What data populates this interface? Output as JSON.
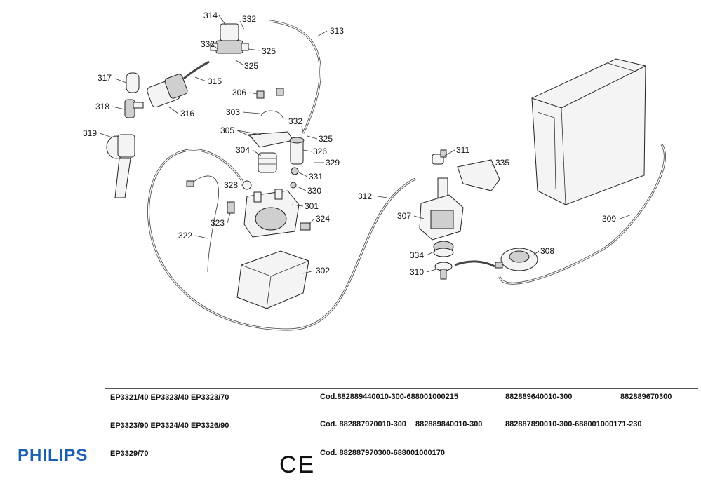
{
  "callouts": [
    {
      "id": "314",
      "text": "314"
    },
    {
      "id": "332a",
      "text": "332"
    },
    {
      "id": "313",
      "text": "313"
    },
    {
      "id": "332b",
      "text": "332"
    },
    {
      "id": "325a",
      "text": "325"
    },
    {
      "id": "325b",
      "text": "325"
    },
    {
      "id": "317",
      "text": "317"
    },
    {
      "id": "315",
      "text": "315"
    },
    {
      "id": "306",
      "text": "306"
    },
    {
      "id": "318",
      "text": "318"
    },
    {
      "id": "316",
      "text": "316"
    },
    {
      "id": "303",
      "text": "303"
    },
    {
      "id": "319",
      "text": "319"
    },
    {
      "id": "305",
      "text": "305"
    },
    {
      "id": "332c",
      "text": "332"
    },
    {
      "id": "325c",
      "text": "325"
    },
    {
      "id": "304",
      "text": "304"
    },
    {
      "id": "326",
      "text": "326"
    },
    {
      "id": "329",
      "text": "329"
    },
    {
      "id": "331",
      "text": "331"
    },
    {
      "id": "328",
      "text": "328"
    },
    {
      "id": "330",
      "text": "330"
    },
    {
      "id": "301",
      "text": "301"
    },
    {
      "id": "324",
      "text": "324"
    },
    {
      "id": "323",
      "text": "323"
    },
    {
      "id": "322",
      "text": "322"
    },
    {
      "id": "302",
      "text": "302"
    },
    {
      "id": "311",
      "text": "311"
    },
    {
      "id": "335",
      "text": "335"
    },
    {
      "id": "312",
      "text": "312"
    },
    {
      "id": "307",
      "text": "307"
    },
    {
      "id": "309",
      "text": "309"
    },
    {
      "id": "334",
      "text": "334"
    },
    {
      "id": "308",
      "text": "308"
    },
    {
      "id": "310",
      "text": "310"
    }
  ],
  "footer": {
    "row1": {
      "models": "EP3321/40   EP3323/40   EP3323/70",
      "code1": "Cod.882889440010-300-688001000215",
      "code2": "882889640010-300",
      "code3": "882889670300"
    },
    "row2": {
      "models": "EP3323/90   EP3324/40   EP3326/90",
      "code1": "Cod. 882887970010-300",
      "code2": "882889840010-300",
      "code3": "882887890010-300-688001000171-230"
    },
    "row3": {
      "models": "EP3329/70",
      "code1": "Cod. 882887970300-688001000170"
    }
  },
  "brand": {
    "logo_text": "PHILIPS",
    "logo_color": "#1a5fb4",
    "ce_mark": "CE"
  }
}
